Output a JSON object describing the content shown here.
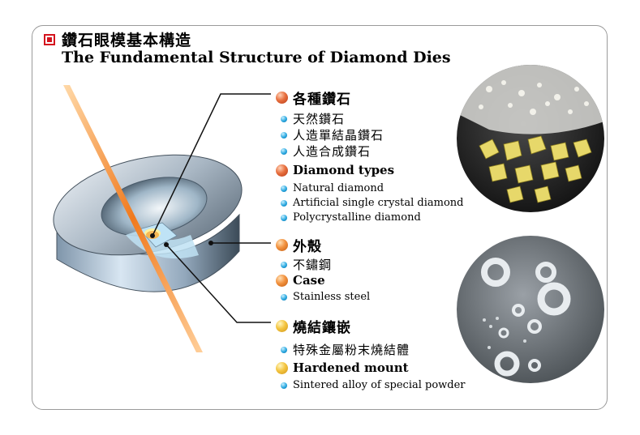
{
  "title": {
    "zh": "鑽石眼模基本構造",
    "en": "The Fundamental Structure of Diamond Dies"
  },
  "groups": [
    {
      "heading_zh": "各種鑽石",
      "items_zh": [
        "天然鑽石",
        "人造單結晶鑽石",
        "人造合成鑽石"
      ],
      "heading_en": "Diamond types",
      "items_en": [
        "Natural diamond",
        "Artificial single crystal diamond",
        "Polycrystalline diamond"
      ]
    },
    {
      "heading_zh": "外殼",
      "items_zh": [
        "不鏽鋼"
      ],
      "heading_en": "Case",
      "items_en": [
        "Stainless steel"
      ]
    },
    {
      "heading_zh": "燒結鑲嵌",
      "items_zh": [
        "特殊金屬粉末燒結體"
      ],
      "heading_en": "Hardened mount",
      "items_en": [
        "Sintered alloy of special powder"
      ]
    }
  ],
  "colors": {
    "title_marker": "#d4141e",
    "frame_border": "#9a9a9a",
    "bullet": "#2aa8e0",
    "ball_diamond": "#e8703f",
    "ball_case": "#f2923f",
    "ball_mount": "#f4c540"
  },
  "icons": {
    "title_marker": "red-square-bullet-icon",
    "group_bullet": "ball-bullet-icon",
    "item_bullet": "blue-dot-bullet-icon"
  }
}
